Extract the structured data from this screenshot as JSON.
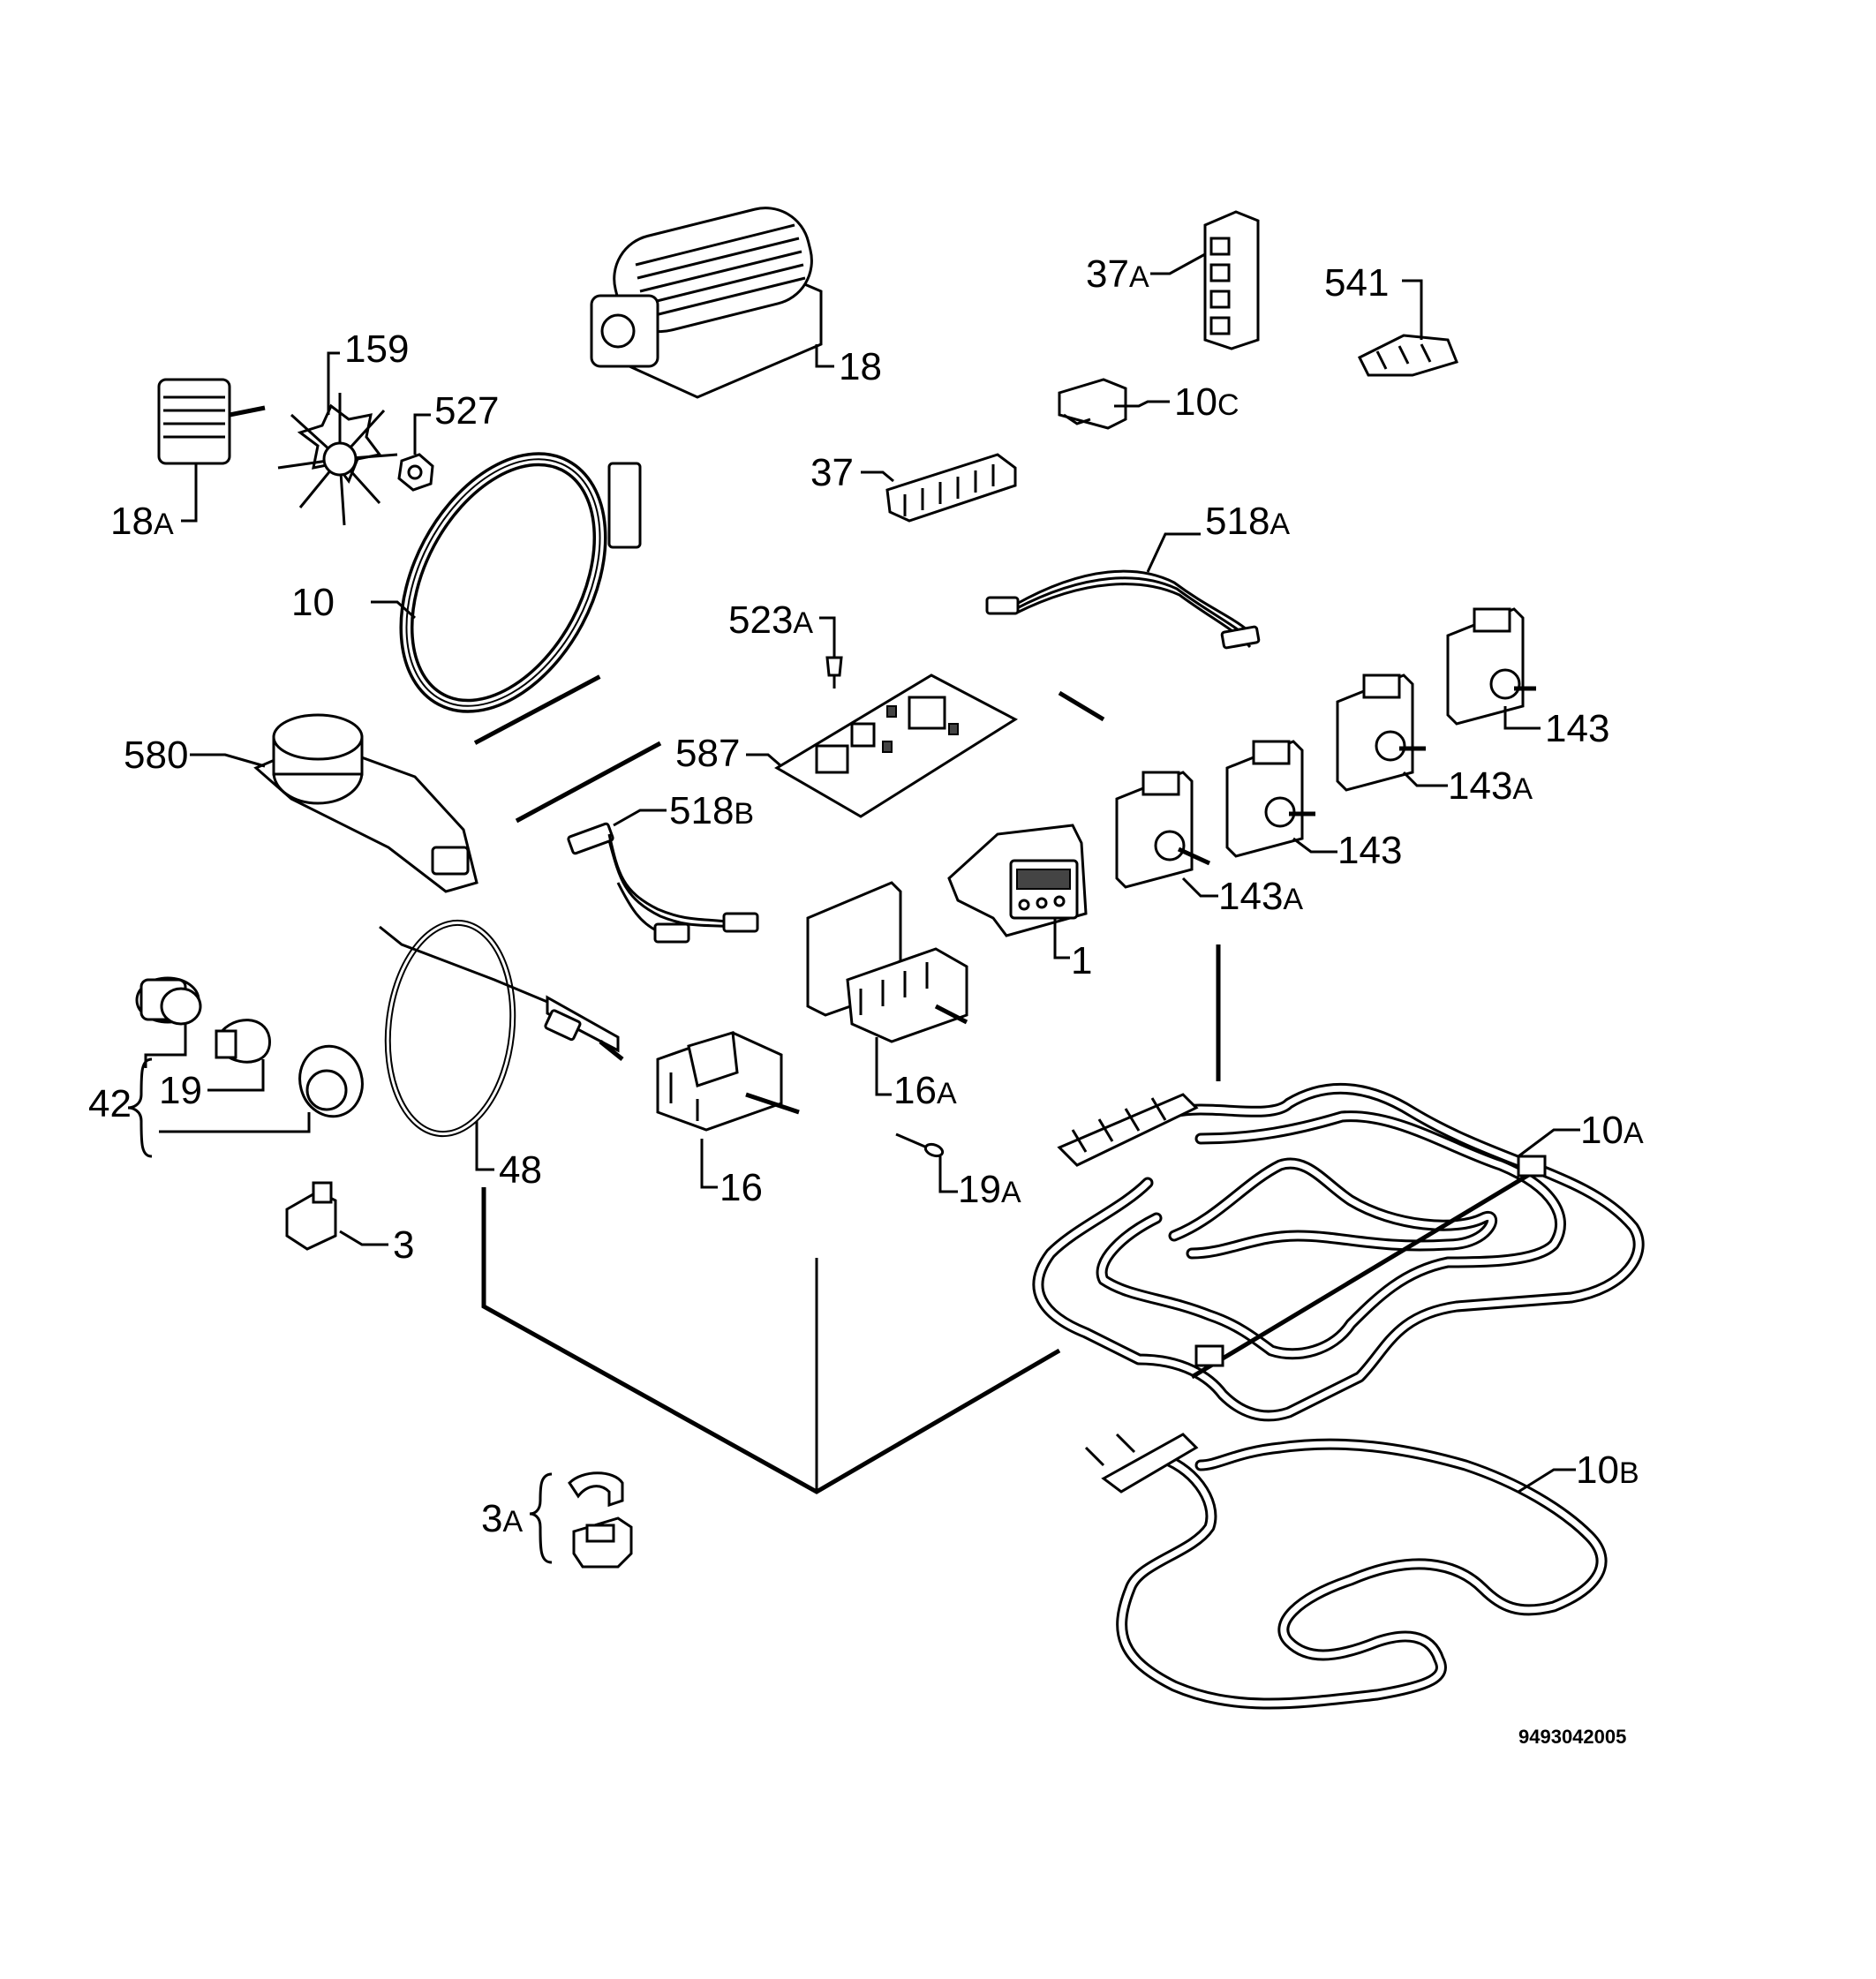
{
  "diagram": {
    "reference_number": "9493042005",
    "parts": [
      {
        "key": "p18",
        "label": "18"
      },
      {
        "key": "p18a",
        "label": "18",
        "suffix": "A"
      },
      {
        "key": "p159",
        "label": "159"
      },
      {
        "key": "p527",
        "label": "527"
      },
      {
        "key": "p10",
        "label": "10"
      },
      {
        "key": "p37a",
        "label": "37",
        "suffix": "A"
      },
      {
        "key": "p541",
        "label": "541"
      },
      {
        "key": "p10c",
        "label": "10",
        "suffix": "C"
      },
      {
        "key": "p37",
        "label": "37"
      },
      {
        "key": "p518a",
        "label": "518",
        "suffix": "A"
      },
      {
        "key": "p523a",
        "label": "523",
        "suffix": "A"
      },
      {
        "key": "p587",
        "label": "587"
      },
      {
        "key": "p580",
        "label": "580"
      },
      {
        "key": "p518b",
        "label": "518",
        "suffix": "B"
      },
      {
        "key": "p143_1",
        "label": "143"
      },
      {
        "key": "p143a_1",
        "label": "143",
        "suffix": "A"
      },
      {
        "key": "p143_2",
        "label": "143"
      },
      {
        "key": "p143a_2",
        "label": "143",
        "suffix": "A"
      },
      {
        "key": "p1",
        "label": "1"
      },
      {
        "key": "p16a",
        "label": "16",
        "suffix": "A"
      },
      {
        "key": "p16",
        "label": "16"
      },
      {
        "key": "p19a",
        "label": "19",
        "suffix": "A"
      },
      {
        "key": "p42",
        "label": "42"
      },
      {
        "key": "p19",
        "label": "19"
      },
      {
        "key": "p48",
        "label": "48"
      },
      {
        "key": "p3",
        "label": "3"
      },
      {
        "key": "p10a",
        "label": "10",
        "suffix": "A"
      },
      {
        "key": "p10b",
        "label": "10",
        "suffix": "B"
      },
      {
        "key": "p3a",
        "label": "3",
        "suffix": "A"
      }
    ]
  }
}
